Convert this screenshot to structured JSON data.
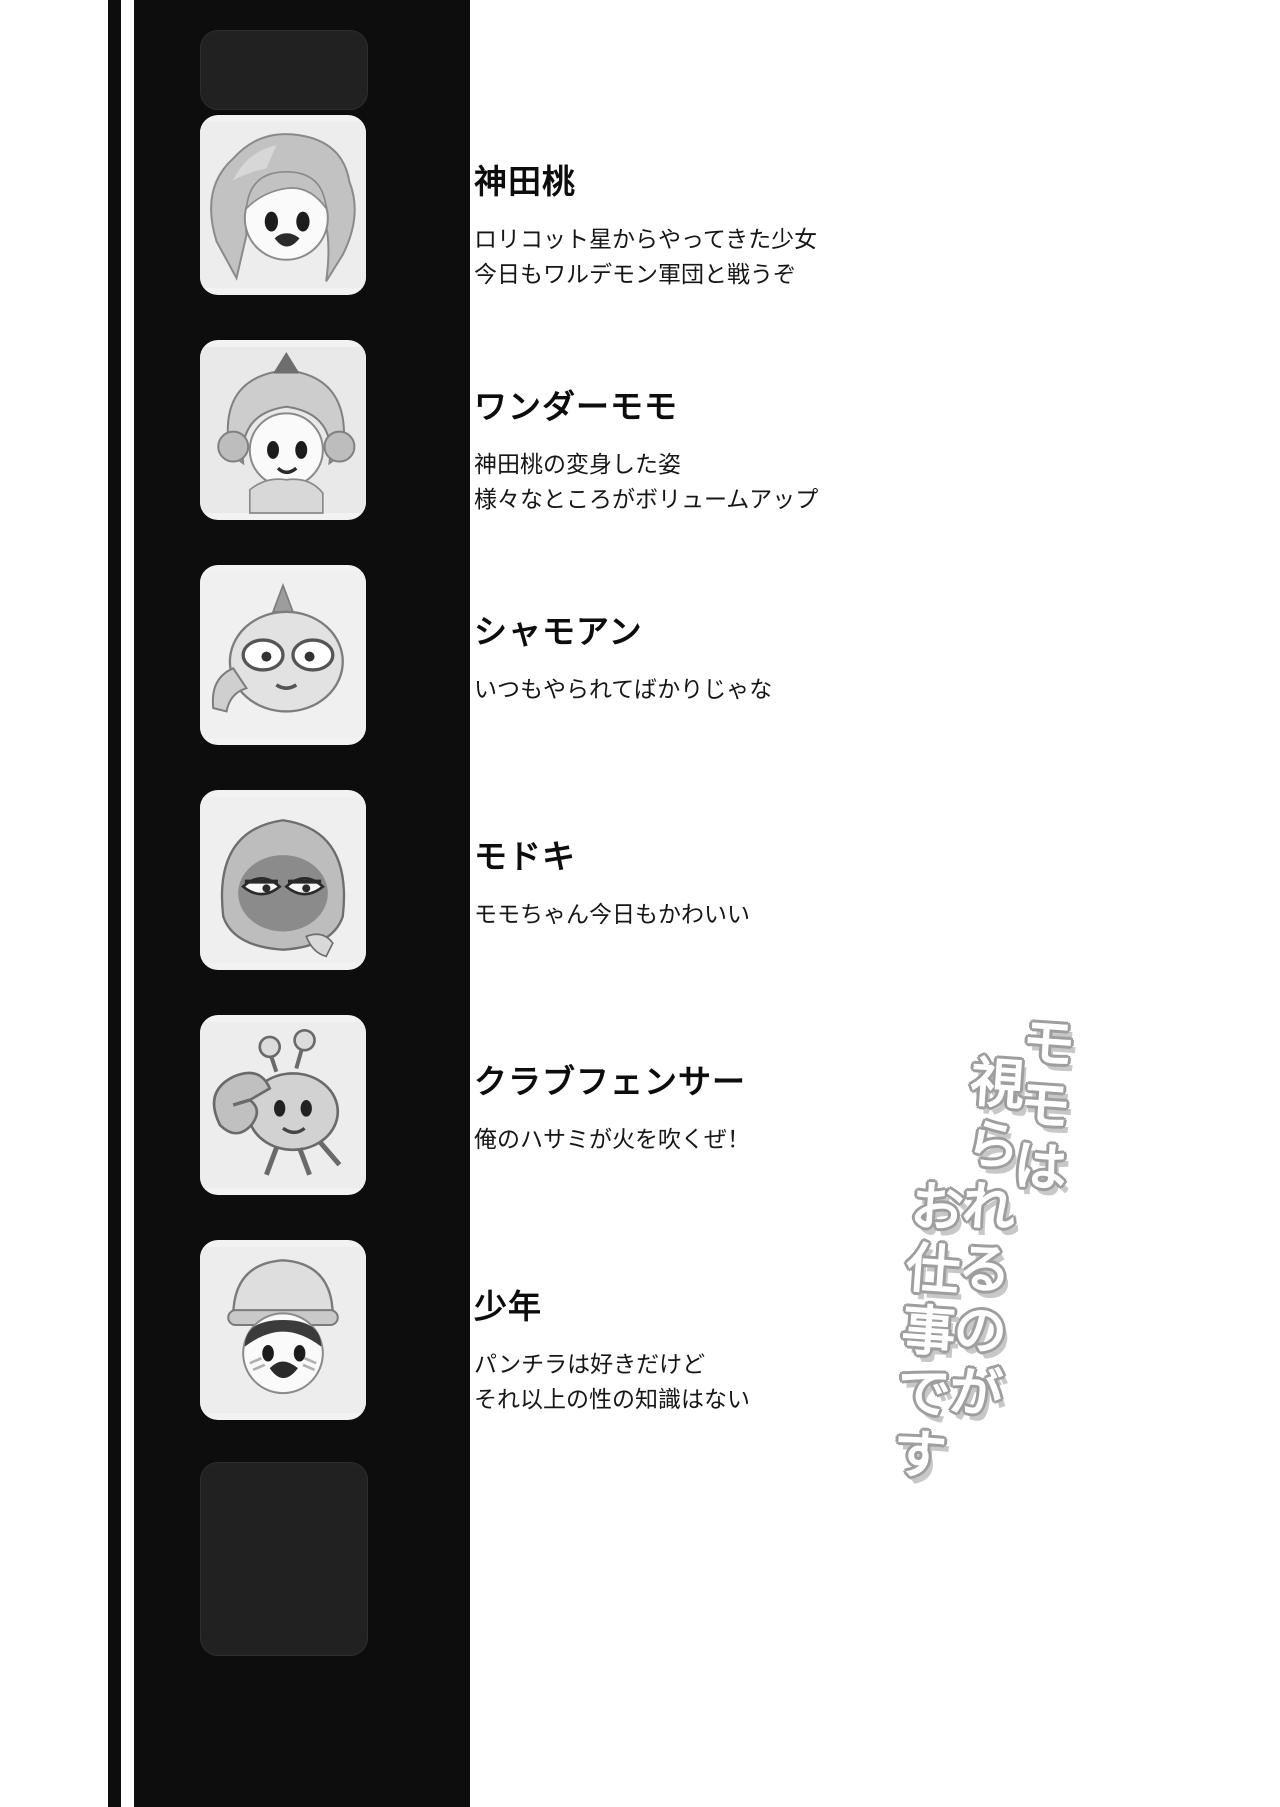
{
  "colors": {
    "background": "#ffffff",
    "film_band": "#0d0d0d",
    "empty_frame": "#212121",
    "ink": "#0d0d0d",
    "title_fill": "#ffffff",
    "title_outline": "#9e9e9e"
  },
  "characters": [
    {
      "name": "神田桃",
      "desc_lines": [
        "ロリコット星からやってきた少女",
        "今日もワルデモン軍団と戦うぞ"
      ]
    },
    {
      "name": "ワンダーモモ",
      "desc_lines": [
        "神田桃の変身した姿",
        "様々なところがボリュームアップ"
      ]
    },
    {
      "name": "シャモアン",
      "desc_lines": [
        "いつもやられてばかりじゃな"
      ]
    },
    {
      "name": "モドキ",
      "desc_lines": [
        "モモちゃん今日もかわいい"
      ]
    },
    {
      "name": "クラブフェンサー",
      "desc_lines": [
        "俺のハサミが火を吹くぜ！"
      ]
    },
    {
      "name": "少年",
      "desc_lines": [
        "パンチラは好きだけど",
        "それ以上の性の知識はない"
      ]
    }
  ],
  "title": {
    "full": "モモは視られるのがお仕事です",
    "columns": [
      "モモは",
      "視られるのが",
      "お仕事です"
    ]
  }
}
